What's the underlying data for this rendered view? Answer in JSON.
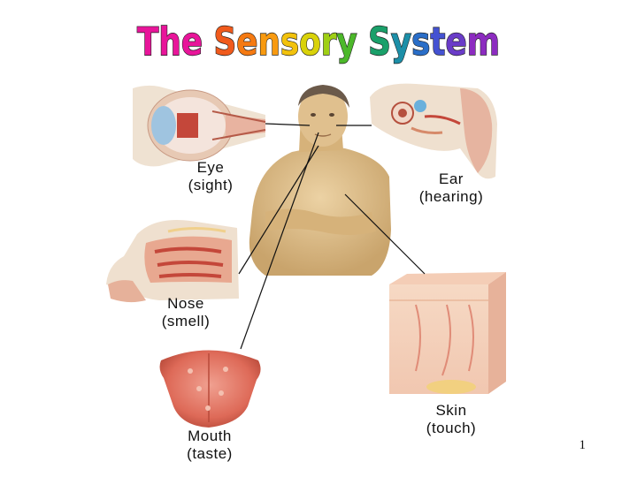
{
  "title": {
    "text": "The Sensory System",
    "letters": [
      {
        "ch": "T",
        "color": "#e8159a"
      },
      {
        "ch": "h",
        "color": "#e8159a"
      },
      {
        "ch": "e",
        "color": "#e8159a"
      },
      {
        "ch": " ",
        "color": "#ffffff"
      },
      {
        "ch": "S",
        "color": "#f05a1c"
      },
      {
        "ch": "e",
        "color": "#f57a12"
      },
      {
        "ch": "n",
        "color": "#f89a10"
      },
      {
        "ch": "s",
        "color": "#f2c20c"
      },
      {
        "ch": "o",
        "color": "#d9d20a"
      },
      {
        "ch": "r",
        "color": "#9fcf14"
      },
      {
        "ch": "y",
        "color": "#4cb82a"
      },
      {
        "ch": " ",
        "color": "#ffffff"
      },
      {
        "ch": "S",
        "color": "#1aa06a"
      },
      {
        "ch": "y",
        "color": "#1c8fa8"
      },
      {
        "ch": "s",
        "color": "#2a6ec8"
      },
      {
        "ch": "t",
        "color": "#4452d2"
      },
      {
        "ch": "e",
        "color": "#6a3cc8"
      },
      {
        "ch": "m",
        "color": "#8c2cc0"
      }
    ]
  },
  "organs": {
    "eye": {
      "line1": "Eye",
      "line2": "(sight)"
    },
    "ear": {
      "line1": "Ear",
      "line2": "(hearing)"
    },
    "nose": {
      "line1": "Nose",
      "line2": "(smell)"
    },
    "mouth": {
      "line1": "Mouth",
      "line2": "(taste)"
    },
    "skin": {
      "line1": "Skin",
      "line2": "(touch)"
    }
  },
  "page_number": "1",
  "colors": {
    "skin_tone": "#e2c493",
    "tissue_pink": "#e89a86",
    "tissue_red": "#c9483c",
    "bone": "#f1e4d4",
    "hair": "#6b5a4a",
    "line": "#111111"
  }
}
